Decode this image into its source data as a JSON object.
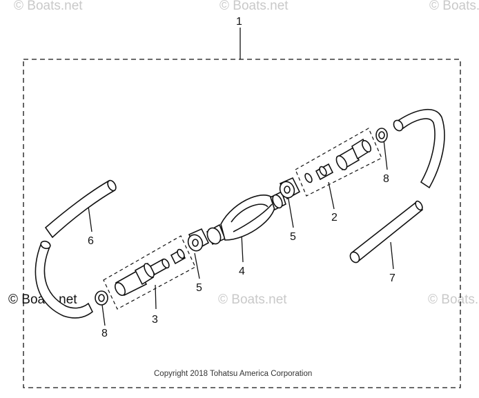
{
  "callouts": {
    "c1": "1",
    "c2": "2",
    "c3": "3",
    "c4": "4",
    "c5a": "5",
    "c5b": "5",
    "c6": "6",
    "c7": "7",
    "c8a": "8",
    "c8b": "8"
  },
  "watermarks": {
    "top_left": "© Boats.net",
    "top_center": "© Boats.net",
    "top_right": "© Boats.net",
    "mid_left": "© Boats.net",
    "mid_center": "© Boats.net",
    "mid_right": "© Boats.net"
  },
  "copyright": "Copyright 2018 Tohatsu America Corporation"
}
